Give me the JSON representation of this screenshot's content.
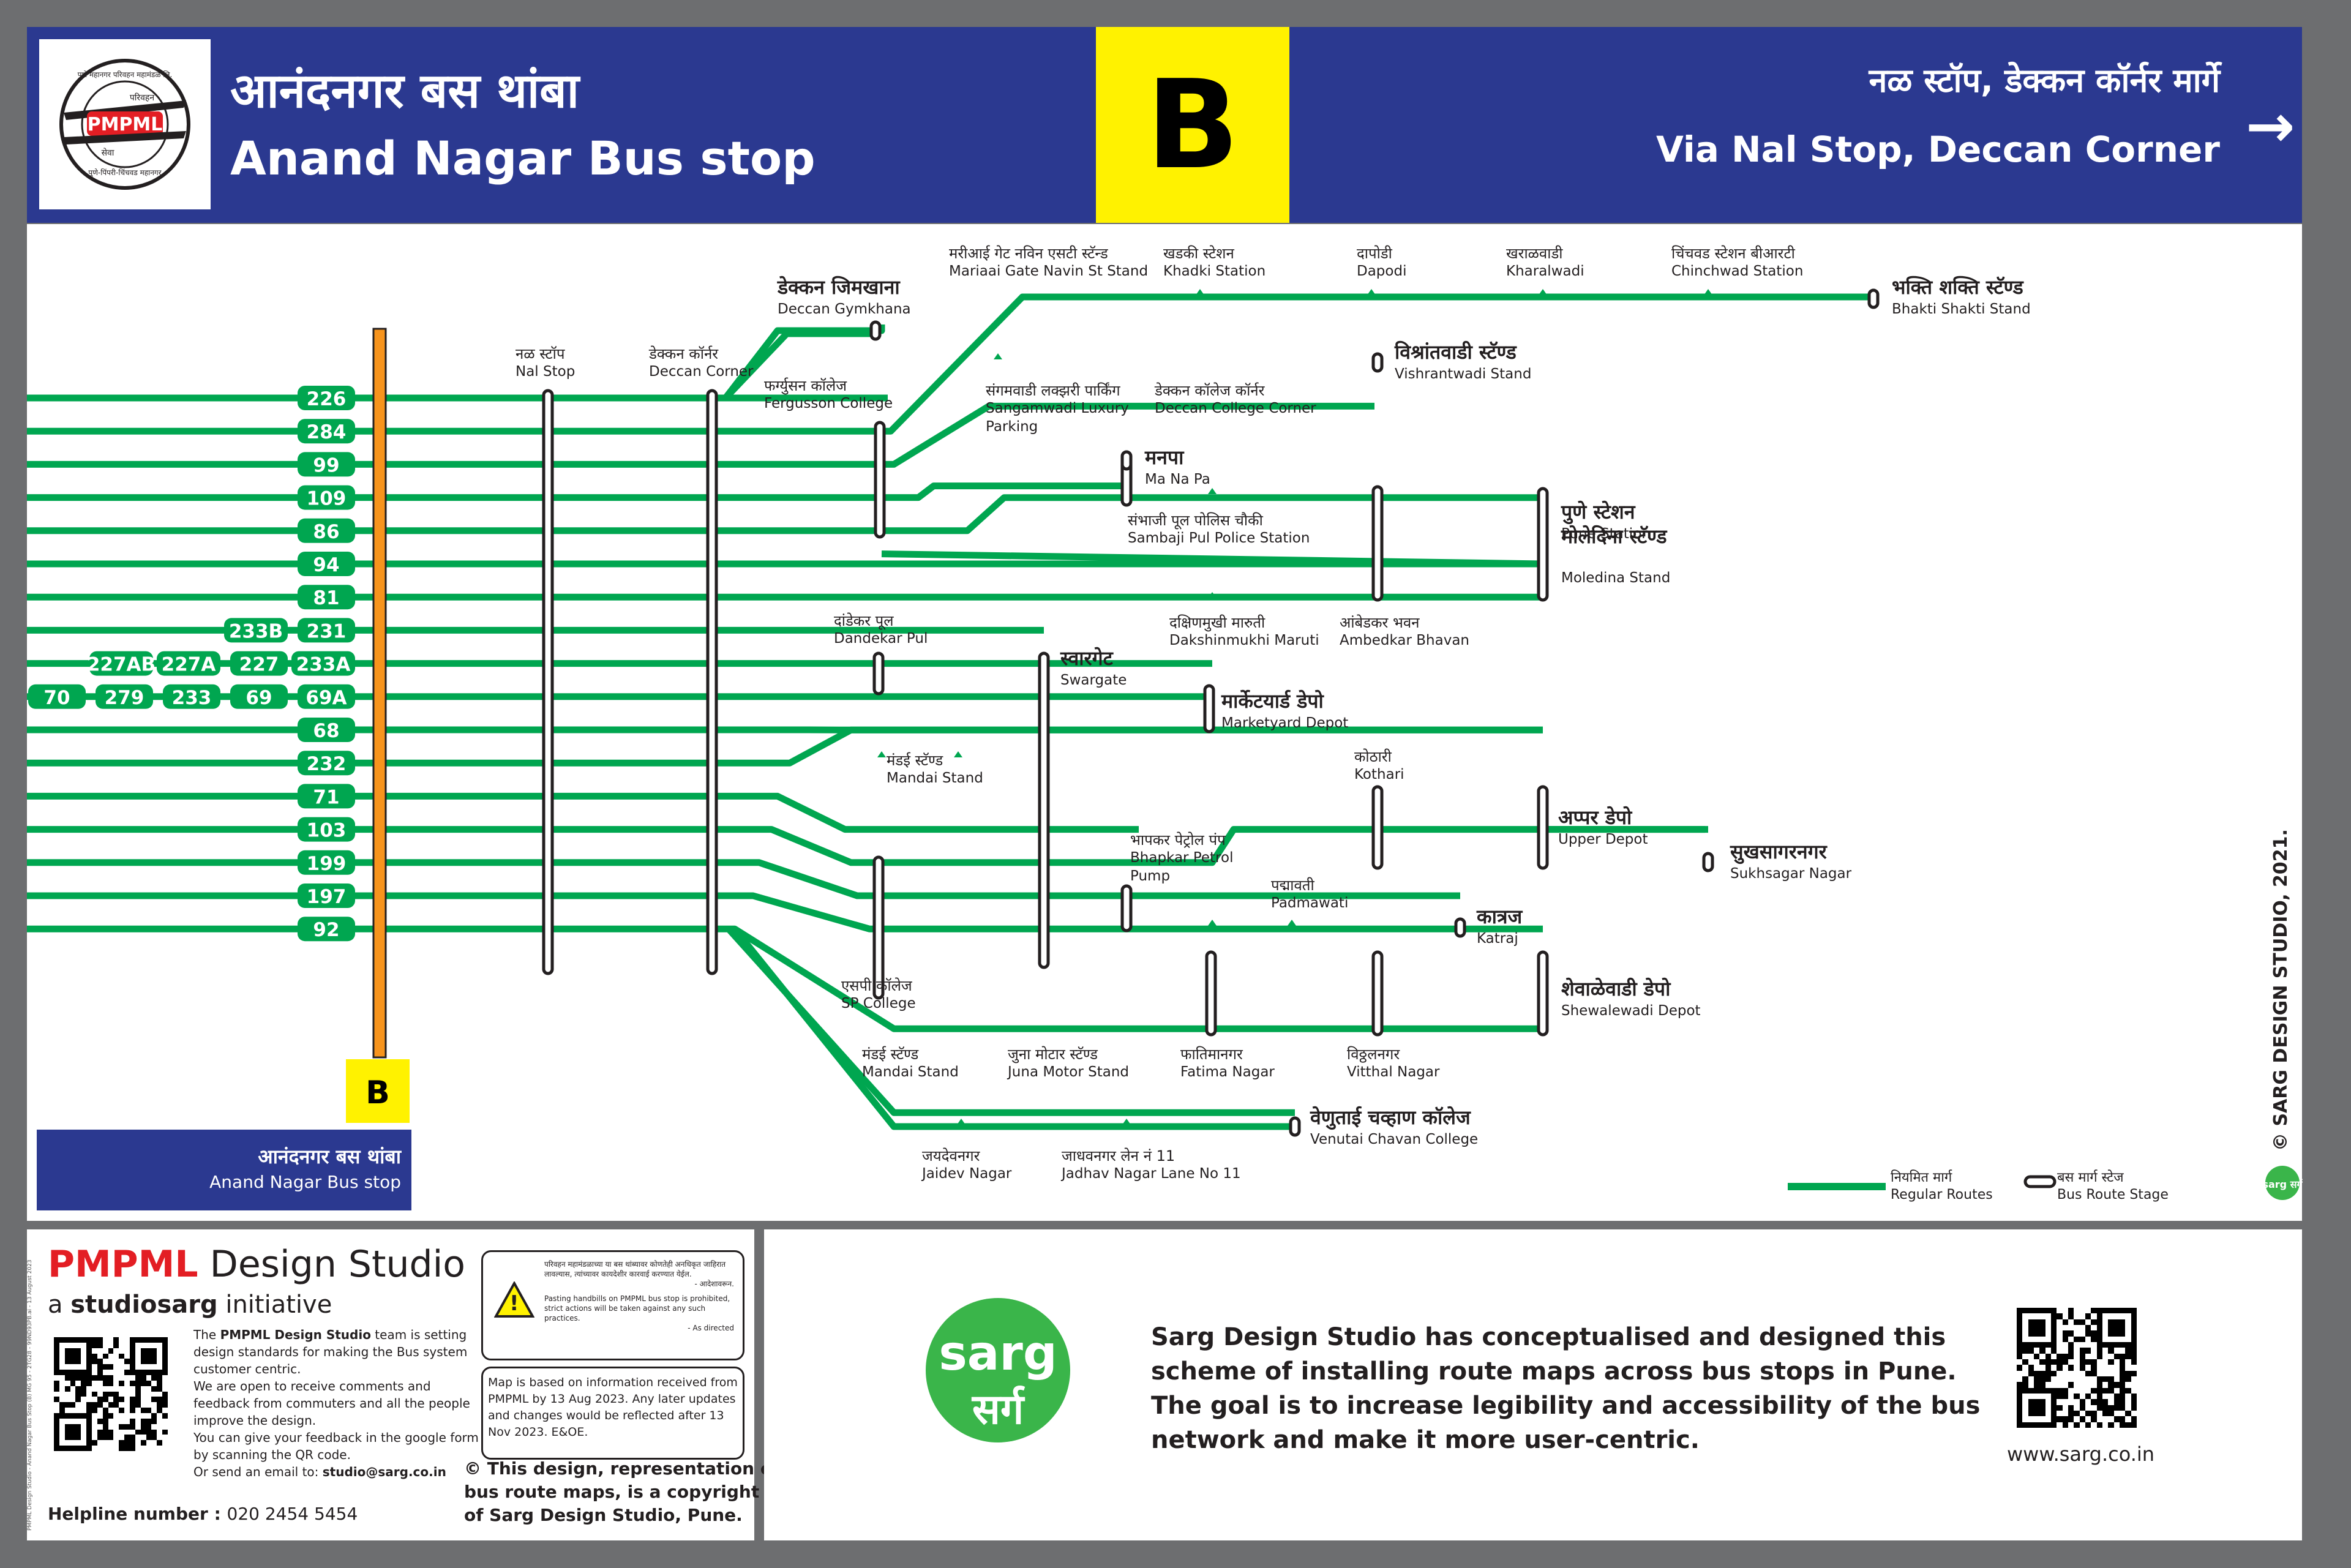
{
  "header": {
    "stop_name_mr": "आनंदनगर बस थांबा",
    "stop_name_en": "Anand Nagar Bus stop",
    "stop_letter": "B",
    "via_mr": "नळ स्टॉप, डेक्कन कॉर्नर मार्गे",
    "via_en": "Via Nal Stop, Deccan Corner",
    "arrow": "→",
    "logo": {
      "text": "PMPML",
      "ring_top": "पुणे महानगर परिवहन महामंडळ लि.",
      "ring_inner": "परिवहन",
      "ring_inner2": "सेवा",
      "ring_bottom": "पुणे-पिंपरी-चिंचवड महानगर"
    }
  },
  "routes": {
    "rows": [
      {
        "labels": [
          "226"
        ]
      },
      {
        "labels": [
          "284"
        ]
      },
      {
        "labels": [
          "99"
        ]
      },
      {
        "labels": [
          "109"
        ]
      },
      {
        "labels": [
          "86"
        ]
      },
      {
        "labels": [
          "94"
        ]
      },
      {
        "labels": [
          "81"
        ]
      },
      {
        "labels": [
          "233B",
          "231"
        ]
      },
      {
        "labels": [
          "227AB",
          "227A",
          "227",
          "233A"
        ]
      },
      {
        "labels": [
          "70",
          "279",
          "233",
          "69",
          "69A"
        ]
      },
      {
        "labels": [
          "68"
        ]
      },
      {
        "labels": [
          "232"
        ]
      },
      {
        "labels": [
          "71"
        ]
      },
      {
        "labels": [
          "103"
        ]
      },
      {
        "labels": [
          "199"
        ]
      },
      {
        "labels": [
          "197"
        ]
      },
      {
        "labels": [
          "92"
        ]
      }
    ]
  },
  "stops": {
    "nal": {
      "mr": "नळ स्टॉप",
      "en": "Nal Stop"
    },
    "deccan_corner": {
      "mr": "डेक्कन कॉर्नर",
      "en": "Deccan Corner"
    },
    "deccan_gymkhana": {
      "mr": "डेक्कन जिमखाना",
      "en": "Deccan Gymkhana"
    },
    "fergusson": {
      "mr": "फर्ग्युसन कॉलेज",
      "en": "Fergusson College"
    },
    "mariaai": {
      "mr": "मरीआई गेट नविन एसटी स्टॅन्ड",
      "en": "Mariaai Gate Navin St Stand"
    },
    "khadki": {
      "mr": "खडकी स्टेशन",
      "en": "Khadki Station"
    },
    "dapodi": {
      "mr": "दापोडी",
      "en": "Dapodi"
    },
    "kharalwadi": {
      "mr": "खराळवाडी",
      "en": "Kharalwadi"
    },
    "chinchwad": {
      "mr": "चिंचवड स्टेशन बीआरटी",
      "en": "Chinchwad Station"
    },
    "bhakti": {
      "mr": "भक्ति शक्ति स्टॅण्ड",
      "en": "Bhakti Shakti Stand"
    },
    "sangamwadi": {
      "mr": "संगमवाडी लक्झरी पार्किंग",
      "en1": "Sangamwadi Luxury",
      "en2": "Parking"
    },
    "deccan_college": {
      "mr": "डेक्कन कॉलेज कॉर्नर",
      "en": "Deccan College Corner"
    },
    "vishrantwadi": {
      "mr": "विश्रांतवाडी स्टॅण्ड",
      "en": "Vishrantwadi Stand"
    },
    "manapa": {
      "mr": "मनपा",
      "en": "Ma Na Pa"
    },
    "sambhaji": {
      "mr": "संभाजी पूल पोलिस चौकी",
      "en": "Sambaji Pul Police Station"
    },
    "pune_station": {
      "mr1": "पुणे स्टेशन",
      "mr2": "मोलेदिना स्टॅण्ड",
      "en1": "Pune Station",
      "en2": "Moledina Stand"
    },
    "dakshinmukhi": {
      "mr": "दक्षिणमुखी मारुती",
      "en": "Dakshinmukhi Maruti"
    },
    "ambedkar": {
      "mr": "आंबेडकर भवन",
      "en": "Ambedkar Bhavan"
    },
    "dandekar": {
      "mr": "दांडेकर पूल",
      "en": "Dandekar Pul"
    },
    "swargate": {
      "mr": "स्वारगेट",
      "en": "Swargate"
    },
    "marketyard": {
      "mr": "मार्केटयार्ड डेपो",
      "en": "Marketyard Depot"
    },
    "mandai1": {
      "mr": "मंडई स्टॅण्ड",
      "en": "Mandai Stand"
    },
    "kothari": {
      "mr": "कोठारी",
      "en": "Kothari"
    },
    "upper": {
      "mr": "अप्पर डेपो",
      "en": "Upper Depot"
    },
    "sukhsagar": {
      "mr": "सुखसागरनगर",
      "en": "Sukhsagar Nagar"
    },
    "bhapkar": {
      "mr": "भापकर पेट्रोल पंप",
      "en1": "Bhapkar Petrol",
      "en2": "Pump"
    },
    "padmawati": {
      "mr": "पद्मावती",
      "en": "Padmawati"
    },
    "katraj": {
      "mr": "कात्रज",
      "en": "Katraj"
    },
    "sp_college": {
      "mr": "एसपी कॉलेज",
      "en": "SP College"
    },
    "shewalewadi": {
      "mr": "शेवाळेवाडी डेपो",
      "en": "Shewalewadi Depot"
    },
    "mandai2": {
      "mr": "मंडई स्टॅण्ड",
      "en": "Mandai Stand"
    },
    "juna_motor": {
      "mr": "जुना मोटार स्टॅण्ड",
      "en": "Juna Motor Stand"
    },
    "fatima": {
      "mr": "फातिमानगर",
      "en": "Fatima Nagar"
    },
    "vitthal": {
      "mr": "विठ्ठलनगर",
      "en": "Vitthal Nagar"
    },
    "venutai": {
      "mr": "वेणुताई चव्हाण कॉलेज",
      "en": "Venutai Chavan College"
    },
    "jaidev": {
      "mr": "जयदेवनगर",
      "en": "Jaidev Nagar"
    },
    "jadhav": {
      "mr": "जाधवनगर लेन नं 11",
      "en": "Jadhav Nagar Lane No 11"
    }
  },
  "map_footer": {
    "you_are_here_letter": "B",
    "you_are_here_mr": "आनंदनगर बस थांबा",
    "you_are_here_en": "Anand Nagar Bus stop",
    "legend_regular_mr": "नियमित मार्ग",
    "legend_regular_en": "Regular Routes",
    "legend_stage_mr": "बस मार्ग स्टेज",
    "legend_stage_en": "Bus Route Stage",
    "copyright_vertical": "© SARG DESIGN STUDIO, 2021.",
    "sarg_badge": "sarg सर्ग"
  },
  "bottom_left": {
    "brand_bold": "PMPML",
    "brand_light": " Design Studio",
    "initiative_pre": "a ",
    "initiative_bold": "studiosarg",
    "initiative_post": " initiative",
    "desc_pre": "The ",
    "desc_bold": "PMPML Design Studio",
    "desc_post": " team is setting design standards for making the Bus system customer centric.",
    "desc2": "We are open to receive comments and feedback from commuters and all the people improve the design.",
    "desc3": "You can give your feedback in the google form by scanning the QR code.",
    "email_pre": "Or send an email to: ",
    "email": "studio@sarg.co.in",
    "helpline_label": "Helpline number : ",
    "helpline": "020 2454 5454",
    "side_print": "PMPML Design Studio - Anand Nagar Bus Stop (B) MG 95 - 2TG28 - 99ND93PB.ai - 13 August 2023",
    "warning_mr": "परिवहन महामंडळाच्या या बस थांब्यावर कोणतेही अनधिकृत जाहिरात लावल्यास, त्यांच्यावर कायदेशीर कारवाई करण्यात येईल.",
    "warning_mr_sign": "- आदेशावरून.",
    "warning_en": "Pasting handbills on PMPML bus stop is prohibited, strict actions will be taken against any such practices.",
    "warning_en_sign": "- As directed",
    "warning_icon": "!",
    "info_box": "Map is based on information received from PMPML by 13 Aug 2023. Any later updates and changes would be reflected after 13 Nov 2023. E&OE.",
    "copyright": "© This design, representation of bus route maps, is a copyright of Sarg Design Studio, Pune."
  },
  "bottom_right": {
    "logo_en": "sarg",
    "logo_mr": "सर्ग",
    "text": "Sarg Design Studio has conceptualised and designed this scheme of installing route maps across bus stops in Pune. The goal is to increase legibility and accessibility of the bus network and make it more user-centric.",
    "url": "www.sarg.co.in"
  },
  "colors": {
    "header_blue": "#2b3990",
    "route_green": "#00a650",
    "stop_yellow": "#fff200",
    "pole_orange": "#f7941d",
    "sarg_green": "#3ab54a",
    "pmpml_red": "#e31e24"
  },
  "icons": [
    "right-arrow-icon",
    "warning-icon",
    "qr-code-icon",
    "pmpml-logo-icon",
    "sarg-logo-icon"
  ]
}
